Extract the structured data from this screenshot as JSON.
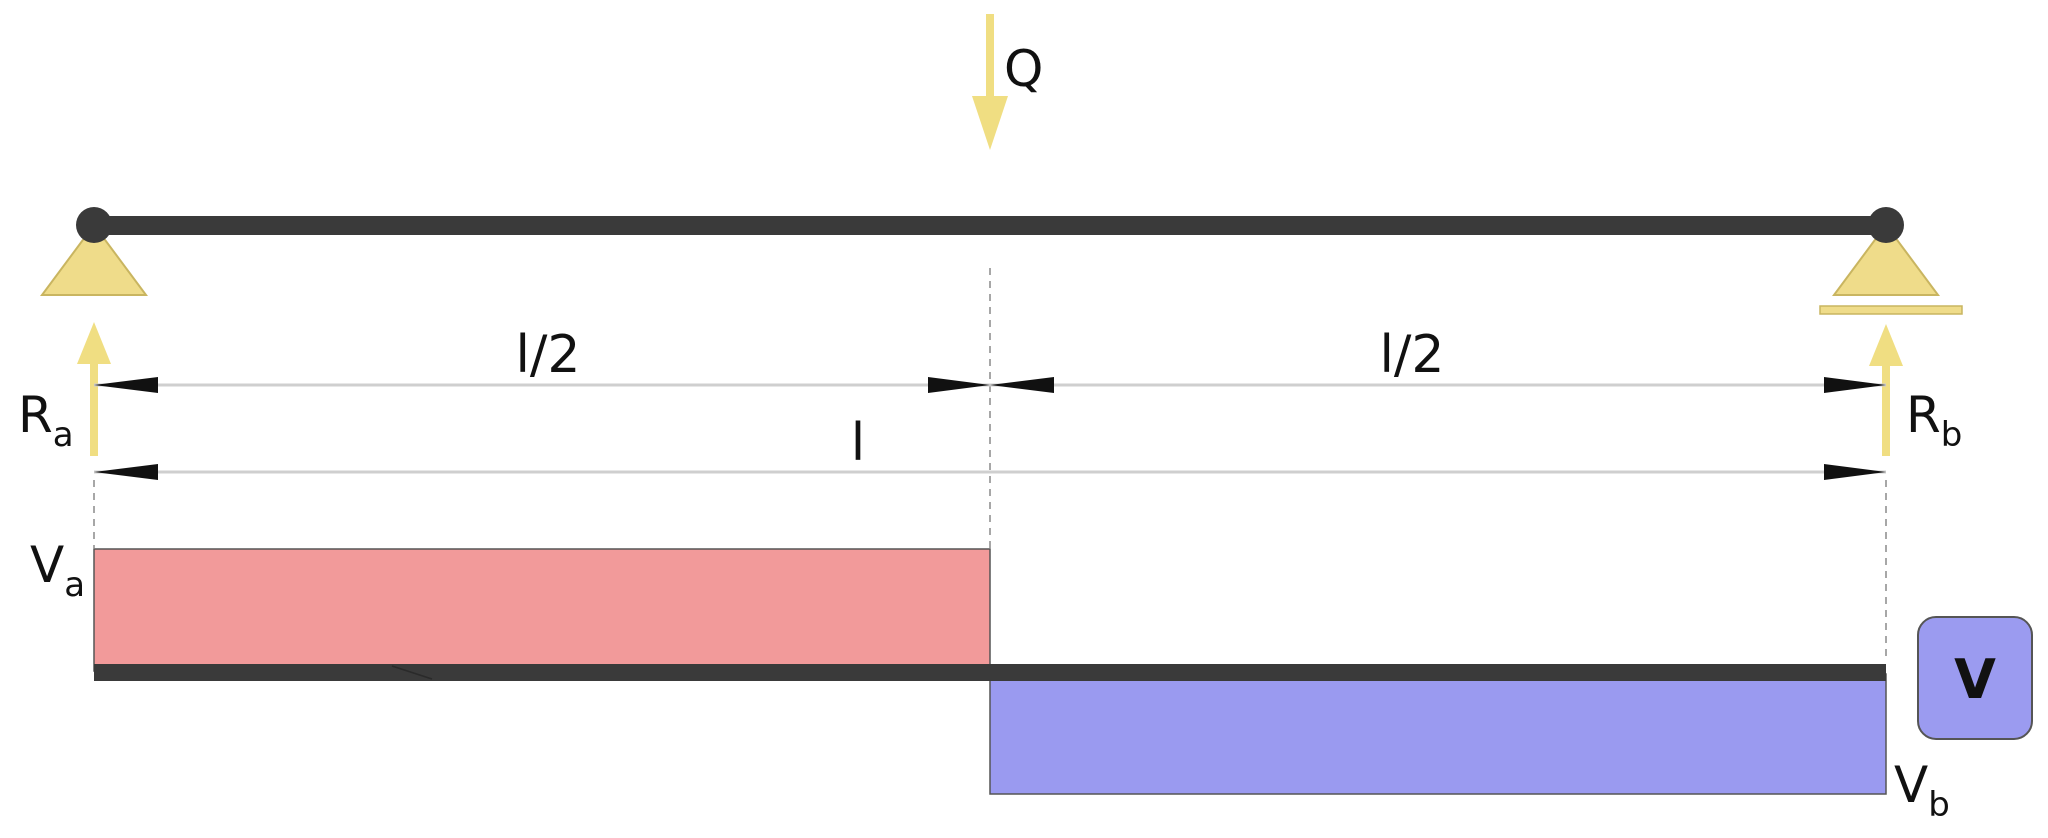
{
  "colors": {
    "beam": "#3a3a3a",
    "support_fill": "#efdc8a",
    "support_stroke": "#c9b560",
    "force_arrow": "#f0de82",
    "dimension_line": "#cfcfcf",
    "dimension_arrowhead": "#111111",
    "guide_line": "#8a8a8a",
    "positive_shear": "#f29a9a",
    "negative_shear": "#9a9af0",
    "badge_fill": "#9b9bf0",
    "badge_stroke": "#555555"
  },
  "labels": {
    "load": "Q",
    "reaction_a_main": "R",
    "reaction_a_sub": "a",
    "reaction_b_main": "R",
    "reaction_b_sub": "b",
    "half_span_left": "l/2",
    "half_span_right": "l/2",
    "span": "l",
    "shear_a_main": "V",
    "shear_a_sub": "a",
    "shear_b_main": "V",
    "shear_b_sub": "b",
    "diagram_badge": "V"
  }
}
